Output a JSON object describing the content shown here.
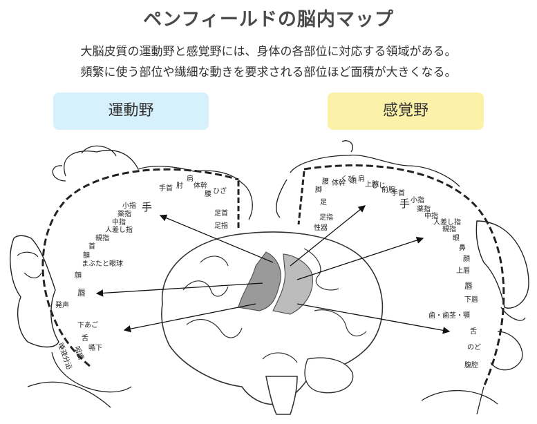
{
  "title": "ペンフィールドの脳内マップ",
  "description": {
    "line1": "大脳皮質の運動野と感覚野には、身体の各部位に対応する領域がある。",
    "line2": "頻繁に使う部位や繊細な動きを要求される部位ほど面積が大きくなる。"
  },
  "panels": {
    "motor": {
      "label": "運動野",
      "color": "#d6f1fb"
    },
    "sensory": {
      "label": "感覚野",
      "color": "#fbf1a8"
    }
  },
  "motor_labels": {
    "toes": "足指",
    "ankle": "足首",
    "knee": "ひざ",
    "hip": "腰",
    "trunk": "体幹",
    "shoulder": "肩",
    "elbow": "肘",
    "wrist": "手首",
    "hand": "手",
    "little": "小指",
    "ring": "薬指",
    "middle": "中指",
    "index": "人差し指",
    "thumb": "親指",
    "neck": "首",
    "brow": "額",
    "eyelid": "まぶたと眼球",
    "face": "顔",
    "lips": "唇",
    "vocal": "発声",
    "jaw": "下あご",
    "tongue": "舌",
    "swallow": "嚥下",
    "saliva": "唾液分泌",
    "chew": "咀嚼"
  },
  "sensory_labels": {
    "genitals": "性器",
    "toes": "足指",
    "foot": "足",
    "leg": "脚",
    "hip": "腰",
    "trunk": "体幹",
    "neck": "くび",
    "head": "頭",
    "shoulder": "肩",
    "arm": "上腕",
    "elbow": "ひじ",
    "forearm": "前腕",
    "wrist": "手首",
    "hand": "手",
    "little": "小指",
    "ring": "薬指",
    "middle": "中指",
    "index": "人差し指",
    "thumb": "親指",
    "eye": "眼",
    "nose": "鼻",
    "face": "顔",
    "upperlip": "上唇",
    "lips": "唇",
    "lowerlip": "下唇",
    "teeth": "歯・歯茎・顎",
    "tongue": "舌",
    "throat": "のど",
    "abdomen": "腹腔"
  }
}
